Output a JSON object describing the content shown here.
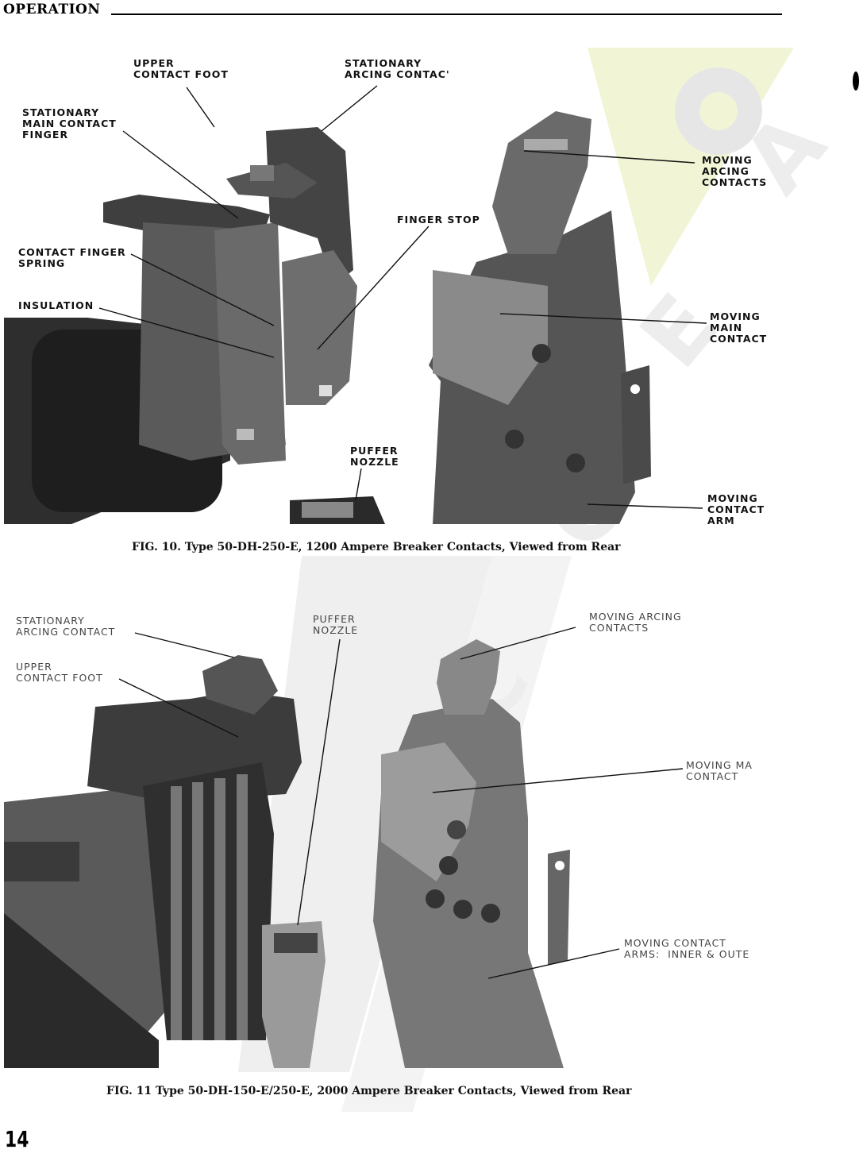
{
  "header": {
    "section_title": "OPERATION"
  },
  "figure10": {
    "labels": {
      "upper_contact_foot": "UPPER\nCONTACT FOOT",
      "stationary_arcing_contact": "STATIONARY\nARCING CONTAC'",
      "stationary_main_contact_finger": "STATIONARY\nMAIN CONTACT\nFINGER",
      "contact_finger_spring": "CONTACT FINGER\nSPRING",
      "insulation": "INSULATION",
      "finger_stop": "FINGER STOP",
      "moving_arcing_contacts": "MOVING\nARCING\nCONTACTS",
      "moving_main_contact": "MOVING\nMAIN\nCONTACT",
      "puffer_nozzle": "PUFFER\nNOZZLE",
      "moving_contact_arm": "MOVING\nCONTACT\nARM"
    },
    "caption": "FIG. 10.  Type 50-DH-250-E, 1200 Ampere Breaker Contacts, Viewed from Rear"
  },
  "figure11": {
    "labels": {
      "stationary_arcing_contact": "STATIONARY\nARCING CONTACT",
      "upper_contact_foot": "UPPER\nCONTACT FOOT",
      "puffer_nozzle": "PUFFER\nNOZZLE",
      "moving_arcing_contacts": "MOVING ARCING\nCONTACTS",
      "moving_main_contact": "MOVING MA\nCONTACT",
      "moving_contact_arms": "MOVING CONTACT\nARMS:  INNER & OUTE"
    },
    "caption": "FIG. 11   Type 50-DH-150-E/250-E, 2000 Ampere Breaker Contacts, Viewed from Rear"
  },
  "footer": {
    "page_number": "14"
  },
  "colors": {
    "ink": "#111111",
    "photo_dark": "#3a3a3a",
    "photo_mid": "#7a7a7a",
    "watermark": "#ececec",
    "watermark_accent": "#f1f5d6"
  }
}
